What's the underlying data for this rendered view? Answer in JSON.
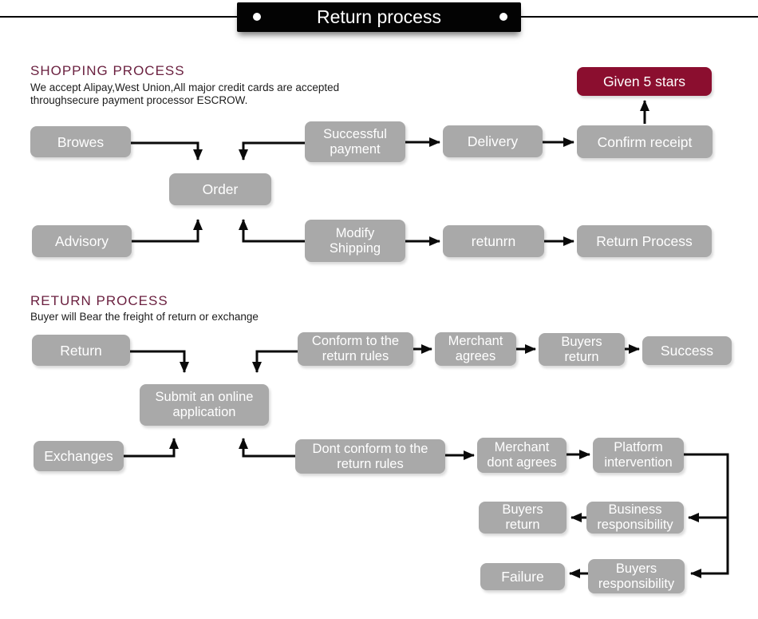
{
  "banner": {
    "title": "Return process"
  },
  "shopping": {
    "heading": "SHOPPING PROCESS",
    "desc1": "We accept Alipay,West Union,All major credit cards are accepted",
    "desc2": "throughsecure payment processor ESCROW."
  },
  "returns": {
    "heading": "RETURN PROCESS",
    "desc1": "Buyer will Bear the freight of return or exchange"
  },
  "colors": {
    "node_gray": "#a9a9a9",
    "node_maroon": "#8b0e2f",
    "heading_maroon": "#6b2140",
    "arrow_black": "#0a0a0a",
    "banner_black": "#030303"
  },
  "nodes": {
    "browes": "Browes",
    "successful_payment": "Successful\npayment",
    "delivery": "Delivery",
    "confirm_receipt": "Confirm receipt",
    "given_5_stars": "Given 5 stars",
    "order": "Order",
    "advisory": "Advisory",
    "modify_shipping": "Modify\nShipping",
    "retunrn": "retunrn",
    "return_process": "Return Process",
    "return": "Return",
    "conform_rules": "Conform to the\nreturn rules",
    "merchant_agrees": "Merchant\nagrees",
    "buyers_return_top": "Buyers\nreturn",
    "success": "Success",
    "submit_application": "Submit an online\napplication",
    "exchanges": "Exchanges",
    "dont_conform": "Dont conform to the\nreturn rules",
    "merchant_dont_agrees": "Merchant\ndont agrees",
    "platform_intervention": "Platform\nintervention",
    "buyers_return_bottom": "Buyers\nreturn",
    "business_responsibility": "Business\nresponsibility",
    "failure": "Failure",
    "buyers_responsibility": "Buyers\nresponsibility"
  }
}
